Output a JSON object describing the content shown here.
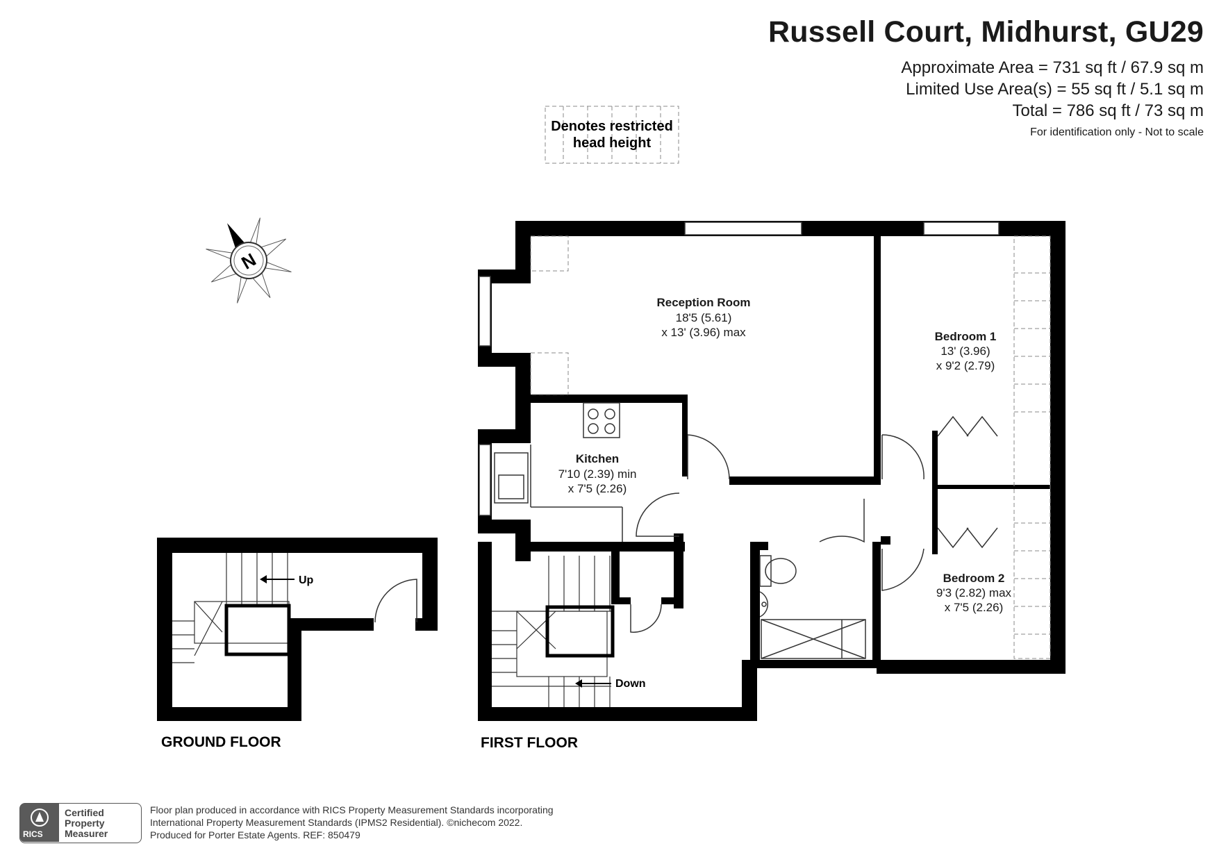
{
  "header": {
    "title": "Russell Court, Midhurst, GU29",
    "approx_area": "Approximate Area = 731 sq ft / 67.9 sq m",
    "limited_area": "Limited Use Area(s) = 55 sq ft / 5.1 sq m",
    "total_area": "Total = 786 sq ft / 73 sq m",
    "disclaimer": "For identification only - Not to scale"
  },
  "legend": {
    "line1": "Denotes restricted",
    "line2": "head height"
  },
  "compass": {
    "label": "N"
  },
  "rooms": {
    "reception": {
      "name": "Reception Room",
      "dim1": "18'5 (5.61)",
      "dim2": "x 13' (3.96) max"
    },
    "bedroom1": {
      "name": "Bedroom 1",
      "dim1": "13' (3.96)",
      "dim2": "x 9'2 (2.79)"
    },
    "kitchen": {
      "name": "Kitchen",
      "dim1": "7'10 (2.39) min",
      "dim2": "x 7'5 (2.26)"
    },
    "bedroom2": {
      "name": "Bedroom 2",
      "dim1": "9'3 (2.82) max",
      "dim2": "x 7'5 (2.26)"
    }
  },
  "stairs": {
    "up": "Up",
    "down": "Down"
  },
  "floors": {
    "ground": "GROUND FLOOR",
    "first": "FIRST FLOOR"
  },
  "footer": {
    "line1": "Floor plan produced in accordance with RICS Property Measurement Standards incorporating",
    "line2": "International Property Measurement Standards (IPMS2 Residential).   ©nichecom 2022.",
    "line3": "Produced for Porter Estate Agents.   REF: 850479",
    "badge_line1": "Certified",
    "badge_line2": "Property",
    "badge_line3": "Measurer",
    "badge_logo": "RICS"
  },
  "colors": {
    "wall": "#000000",
    "line": "#333333",
    "dash": "#888888"
  }
}
